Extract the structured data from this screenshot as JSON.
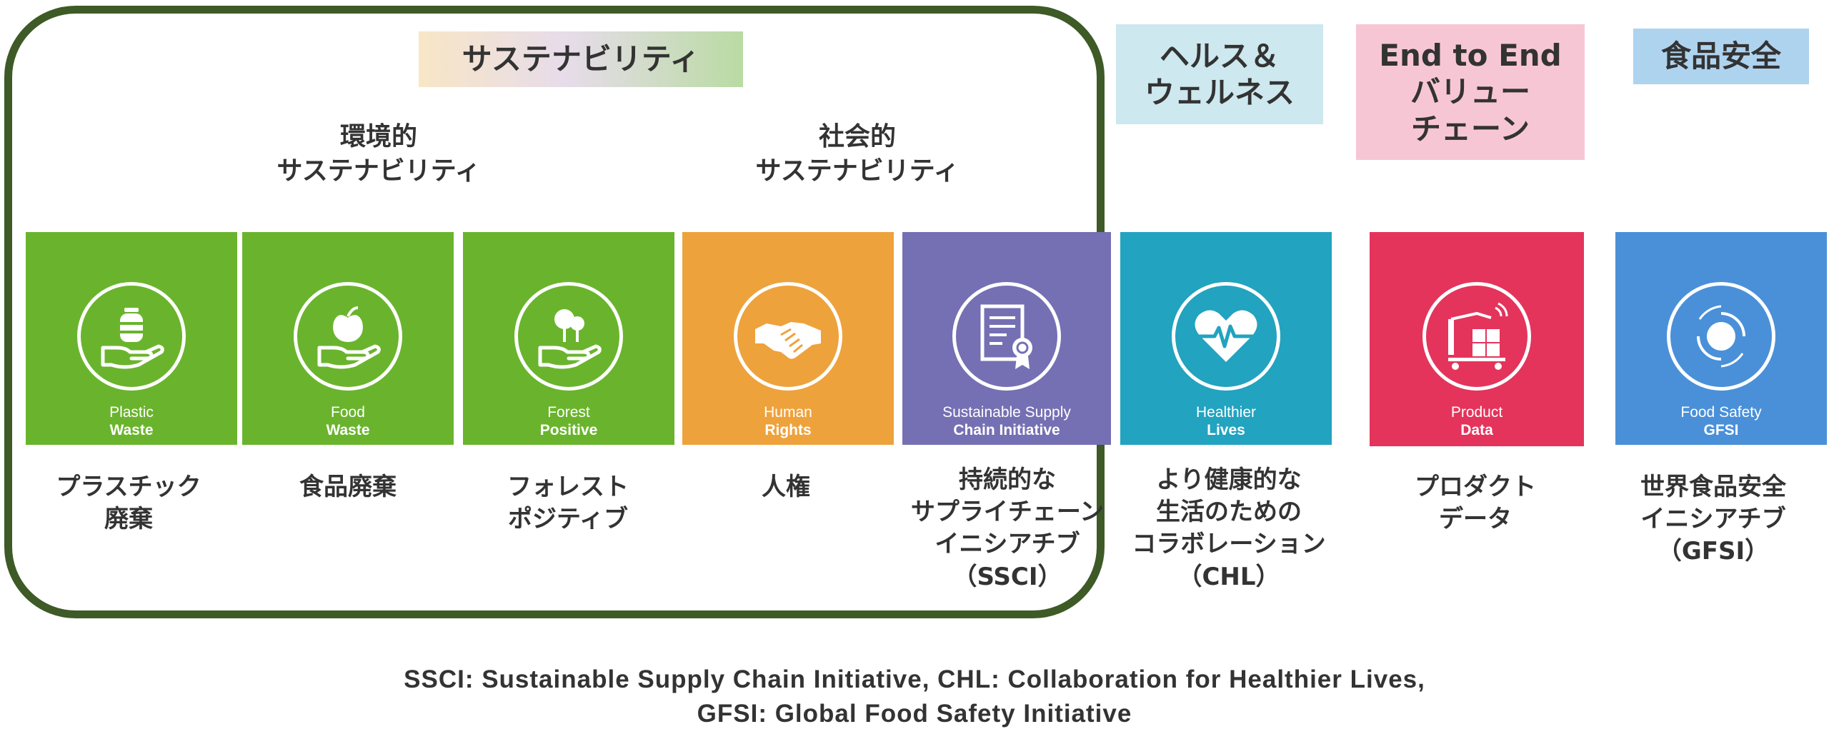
{
  "headers": {
    "sustainability": "サステナビリティ",
    "health": "ヘルス＆\nウェルネス",
    "end_to_end": "End to End\nバリュー\nチェーン",
    "food_safety": "食品安全"
  },
  "sub_headers": {
    "environmental": "環境的\nサステナビリティ",
    "social": "社会的\nサステナビリティ"
  },
  "tiles": [
    {
      "icon": "hand-bottle-icon",
      "label_line1": "Plastic",
      "label_line2": "Waste",
      "caption": "プラスチック\n廃棄",
      "color": "#6ab42d"
    },
    {
      "icon": "hand-apple-icon",
      "label_line1": "Food",
      "label_line2": "Waste",
      "caption": "食品廃棄",
      "color": "#6ab42d"
    },
    {
      "icon": "hand-tree-icon",
      "label_line1": "Forest",
      "label_line2": "Positive",
      "caption": "フォレスト\nポジティブ",
      "color": "#6ab42d"
    },
    {
      "icon": "handshake-icon",
      "label_line1": "Human",
      "label_line2": "Rights",
      "caption": "人権",
      "color": "#eea23c"
    },
    {
      "icon": "certificate-icon",
      "label_line1": "Sustainable Supply",
      "label_line2": "Chain Initiative",
      "caption": "持続的な\nサプライチェーン\nイニシアチブ\n（SSCI）",
      "color": "#7570b3"
    },
    {
      "icon": "heart-pulse-icon",
      "label_line1": "Healthier",
      "label_line2": "Lives",
      "caption": "より健康的な\n生活のための\nコラボレーション\n（CHL）",
      "color": "#22a3bf"
    },
    {
      "icon": "product-data-icon",
      "label_line1": "Product",
      "label_line2": "Data",
      "caption": "プロダクト\nデータ",
      "color": "#e4345b"
    },
    {
      "icon": "target-icon",
      "label_line1": "Food Safety",
      "label_line2": "GFSI",
      "caption": "世界食品安全\nイニシアチブ\n（GFSI）",
      "color": "#4a90d9"
    }
  ],
  "footnote": {
    "line1": "SSCI: Sustainable Supply Chain Initiative, CHL: Collaboration for Healthier Lives,",
    "line2": "GFSI:  Global Food Safety Initiative"
  }
}
